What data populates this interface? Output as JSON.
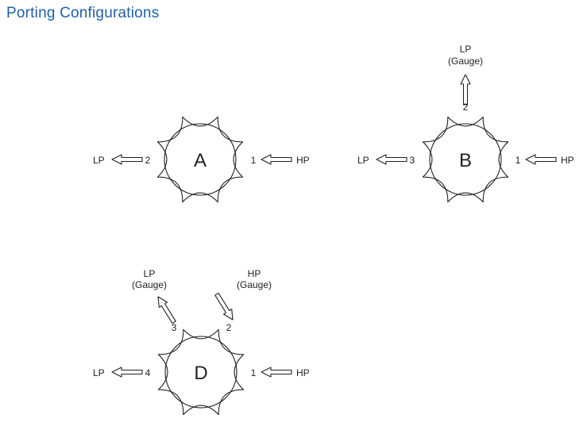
{
  "title": "Porting Configurations",
  "configs": {
    "a": {
      "label": "A",
      "port_left": "2",
      "port_right": "1",
      "left_text": "LP",
      "right_text": "HP"
    },
    "b": {
      "label": "B",
      "port_left": "3",
      "port_right": "1",
      "port_top": "2",
      "left_text": "LP",
      "right_text": "HP",
      "top_text_1": "LP",
      "top_text_2": "(Gauge)"
    },
    "d": {
      "label": "D",
      "port_left": "4",
      "port_right": "1",
      "port_top_left": "3",
      "port_top_right": "2",
      "left_text": "LP",
      "right_text": "HP",
      "top_left_text_1": "LP",
      "top_left_text_2": "(Gauge)",
      "top_right_text_1": "HP",
      "top_right_text_2": "(Gauge)"
    }
  }
}
